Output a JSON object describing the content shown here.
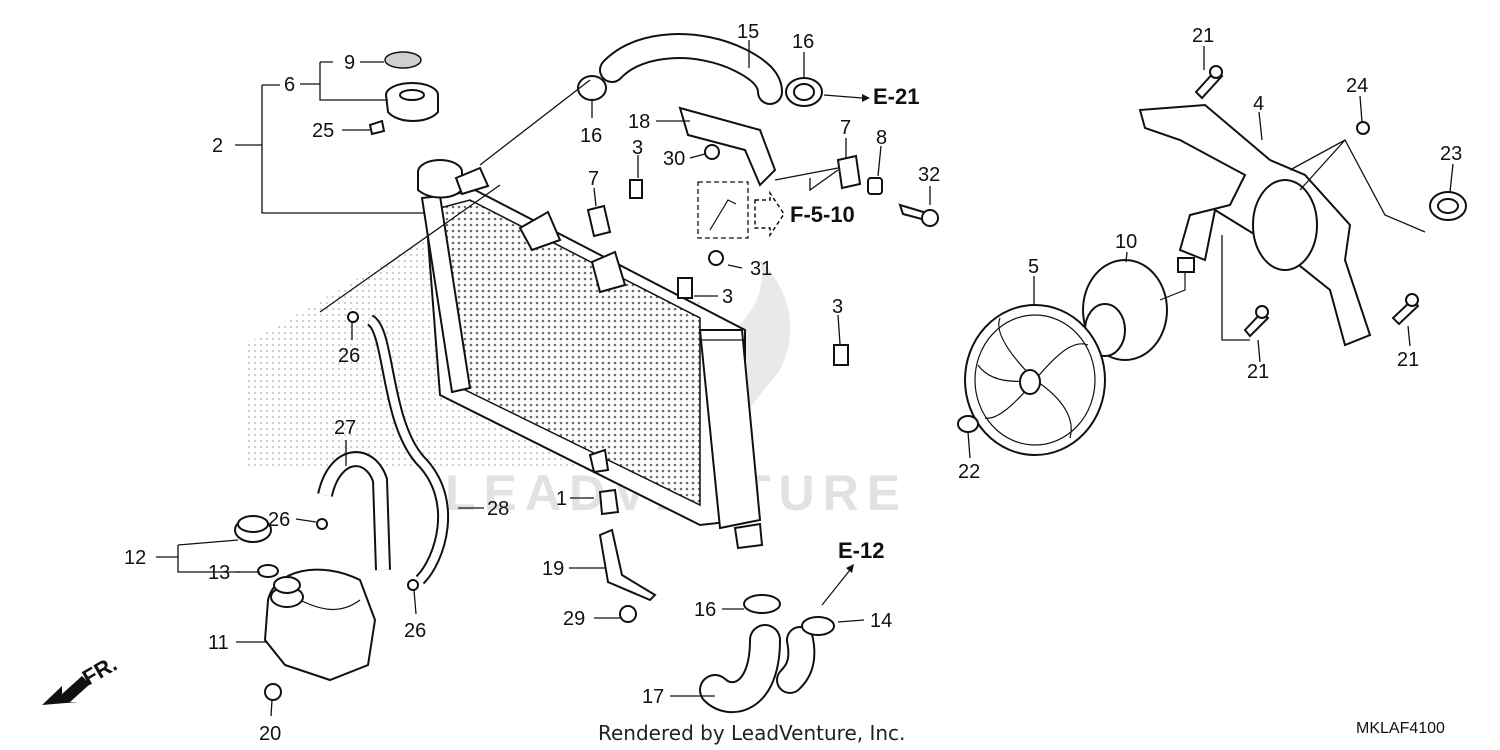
{
  "callouts": [
    {
      "id": "c1",
      "label": "1"
    },
    {
      "id": "c2",
      "label": "2"
    },
    {
      "id": "c3a",
      "label": "3"
    },
    {
      "id": "c3b",
      "label": "3"
    },
    {
      "id": "c3c",
      "label": "3"
    },
    {
      "id": "c4",
      "label": "4"
    },
    {
      "id": "c5",
      "label": "5"
    },
    {
      "id": "c6",
      "label": "6"
    },
    {
      "id": "c7a",
      "label": "7"
    },
    {
      "id": "c7b",
      "label": "7"
    },
    {
      "id": "c8",
      "label": "8"
    },
    {
      "id": "c9",
      "label": "9"
    },
    {
      "id": "c10",
      "label": "10"
    },
    {
      "id": "c11",
      "label": "11"
    },
    {
      "id": "c12",
      "label": "12"
    },
    {
      "id": "c13",
      "label": "13"
    },
    {
      "id": "c14",
      "label": "14"
    },
    {
      "id": "c15",
      "label": "15"
    },
    {
      "id": "c16a",
      "label": "16"
    },
    {
      "id": "c16b",
      "label": "16"
    },
    {
      "id": "c16c",
      "label": "16"
    },
    {
      "id": "c17",
      "label": "17"
    },
    {
      "id": "c18",
      "label": "18"
    },
    {
      "id": "c19",
      "label": "19"
    },
    {
      "id": "c20",
      "label": "20"
    },
    {
      "id": "c21a",
      "label": "21"
    },
    {
      "id": "c21b",
      "label": "21"
    },
    {
      "id": "c21c",
      "label": "21"
    },
    {
      "id": "c22",
      "label": "22"
    },
    {
      "id": "c23",
      "label": "23"
    },
    {
      "id": "c24",
      "label": "24"
    },
    {
      "id": "c25",
      "label": "25"
    },
    {
      "id": "c26a",
      "label": "26"
    },
    {
      "id": "c26b",
      "label": "26"
    },
    {
      "id": "c26c",
      "label": "26"
    },
    {
      "id": "c27",
      "label": "27"
    },
    {
      "id": "c28",
      "label": "28"
    },
    {
      "id": "c29",
      "label": "29"
    },
    {
      "id": "c30",
      "label": "30"
    },
    {
      "id": "c31",
      "label": "31"
    },
    {
      "id": "c32",
      "label": "32"
    }
  ],
  "references": {
    "e21": "E-21",
    "e12": "E-12",
    "f510": "F-5-10"
  },
  "direction_label": "FR.",
  "watermark": "LEADVENTURE",
  "footer": {
    "rendered_by": "Rendered by LeadVenture, Inc.",
    "diagram_code": "MKLAF4100"
  }
}
